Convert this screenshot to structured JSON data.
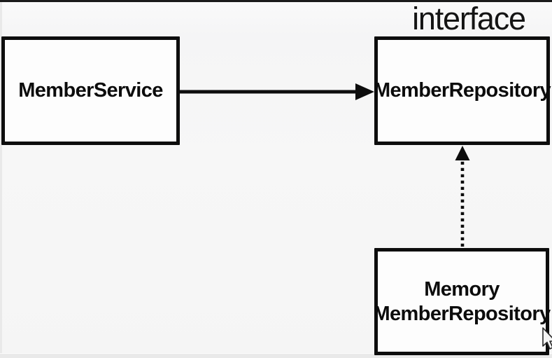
{
  "diagram": {
    "background_color": "#f6f6f6",
    "top_bar_color": "#1b1b1b",
    "node_fill_color": "#fdfdfd",
    "line_color": "#0d0d0d",
    "nodes": {
      "member_service": {
        "label": "MemberService"
      },
      "member_repository": {
        "label": "MemberRepository",
        "stereotype": "interface"
      },
      "memory_member_repository": {
        "label_line1": "Memory",
        "label_line2": "MemberRepository"
      }
    },
    "edges": [
      {
        "from": "MemberService",
        "to": "MemberRepository",
        "style": "solid",
        "arrowhead": "filled-triangle",
        "direction": "right"
      },
      {
        "from": "Memory MemberRepository",
        "to": "MemberRepository",
        "style": "dotted",
        "arrowhead": "filled-triangle",
        "direction": "up"
      }
    ]
  },
  "cursor": {
    "icon": "arrow-pointer"
  }
}
